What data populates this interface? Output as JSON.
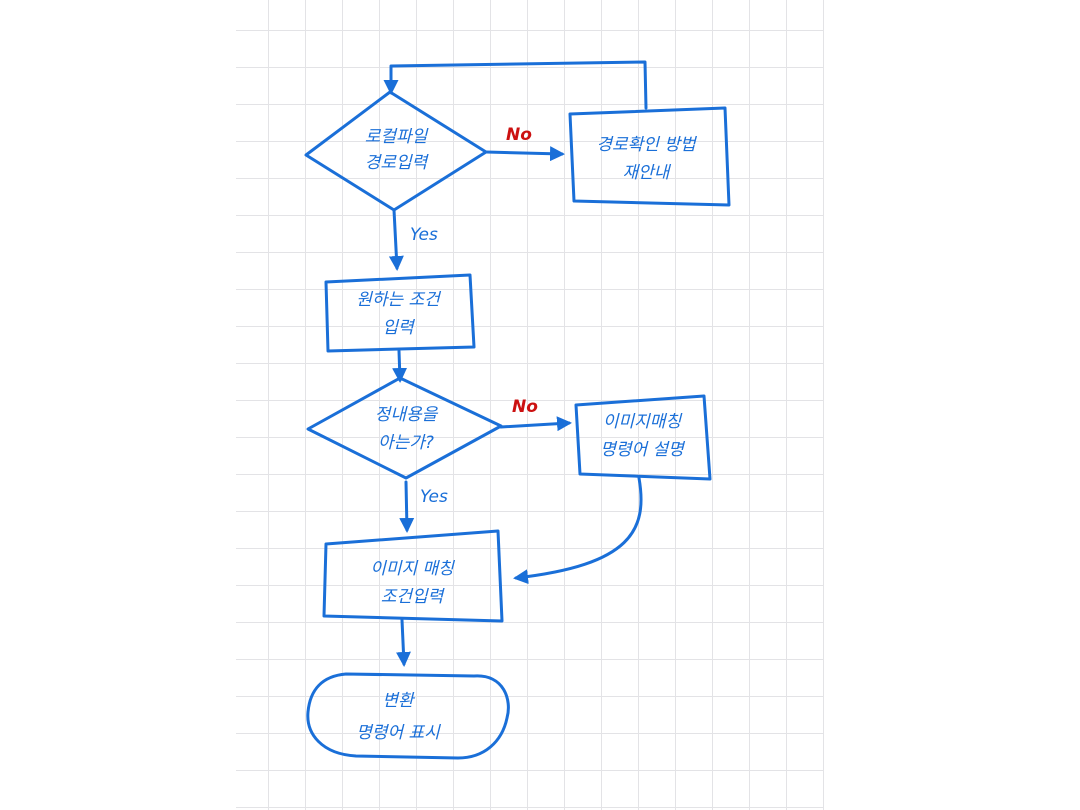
{
  "colors": {
    "ink": "#1a6fd8",
    "no_label": "#cc1111",
    "grid": "#e3e3e6"
  },
  "nodes": {
    "decision_1": {
      "line1": "로컬파일",
      "line2": "경로입력"
    },
    "retry_box": {
      "line1": "경로확인 방법",
      "line2": "재안내"
    },
    "condition_box": {
      "line1": "원하는 조건",
      "line2": "입력"
    },
    "decision_2": {
      "line1": "정내용을",
      "line2": "아는가?"
    },
    "explain_box": {
      "line1": "이미지매칭",
      "line2": "명령어 설명"
    },
    "match_box": {
      "line1": "이미지 매칭",
      "line2": "조건입력"
    },
    "terminal": {
      "line1": "변환",
      "line2": "명령어 표시"
    }
  },
  "edge_labels": {
    "no_1": "No",
    "yes_1": "Yes",
    "no_2": "No",
    "yes_2": "Yes"
  }
}
